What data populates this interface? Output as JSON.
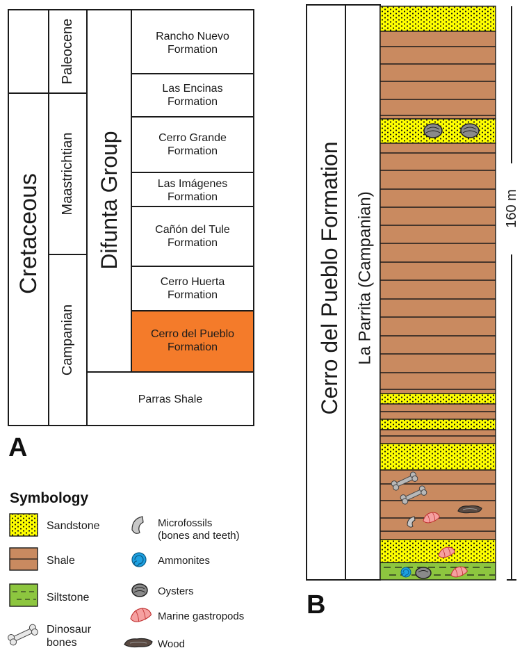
{
  "panel_a": {
    "label": "A",
    "period": "Cretaceous",
    "stages": [
      {
        "name": "Paleocene"
      },
      {
        "name": "Maastrichtian"
      },
      {
        "name": "Campanian"
      }
    ],
    "group_name": "Difunta Group",
    "formations": [
      {
        "line1": "Rancho Nuevo",
        "line2": "Formation",
        "highlight": false
      },
      {
        "line1": "Las Encinas",
        "line2": "Formation",
        "highlight": false
      },
      {
        "line1": "Cerro Grande",
        "line2": "Formation",
        "highlight": false
      },
      {
        "line1": "Las Imágenes",
        "line2": "Formation",
        "highlight": false
      },
      {
        "line1": "Cañón del Tule",
        "line2": "Formation",
        "highlight": false
      },
      {
        "line1": "Cerro Huerta",
        "line2": "Formation",
        "highlight": false
      },
      {
        "line1": "Cerro del Pueblo",
        "line2": "Formation",
        "highlight": true
      }
    ],
    "base_unit": "Parras Shale"
  },
  "panel_b": {
    "label": "B",
    "formation_name": "Cerro del Pueblo Formation",
    "section_name": "La Parrita (Campanian)",
    "scale_text": "160 m"
  },
  "symbology": {
    "title": "Symbology",
    "items": [
      {
        "key": "sandstone",
        "label": "Sandstone"
      },
      {
        "key": "shale",
        "label": "Shale"
      },
      {
        "key": "siltstone",
        "label": "Siltstone"
      },
      {
        "key": "dino",
        "line1": "Dinosaur",
        "line2": "bones"
      },
      {
        "key": "micro",
        "line1": "Microfossils",
        "line2": "(bones and teeth)"
      },
      {
        "key": "ammonite",
        "label": "Ammonites"
      },
      {
        "key": "oyster",
        "label": "Oysters"
      },
      {
        "key": "gastropod",
        "label": "Marine gastropods"
      },
      {
        "key": "wood",
        "label": "Wood"
      }
    ]
  },
  "colors": {
    "sandstone": "#ffff00",
    "shale": "#c98a60",
    "siltstone": "#8dc63f",
    "highlight": "#f47b2a",
    "ammonite": "#1ea0e0",
    "gastropod": "#f5a0a0",
    "oyster": "#8a8a8a",
    "wood": "#5a4a42",
    "bone": "#b8b8b8"
  }
}
